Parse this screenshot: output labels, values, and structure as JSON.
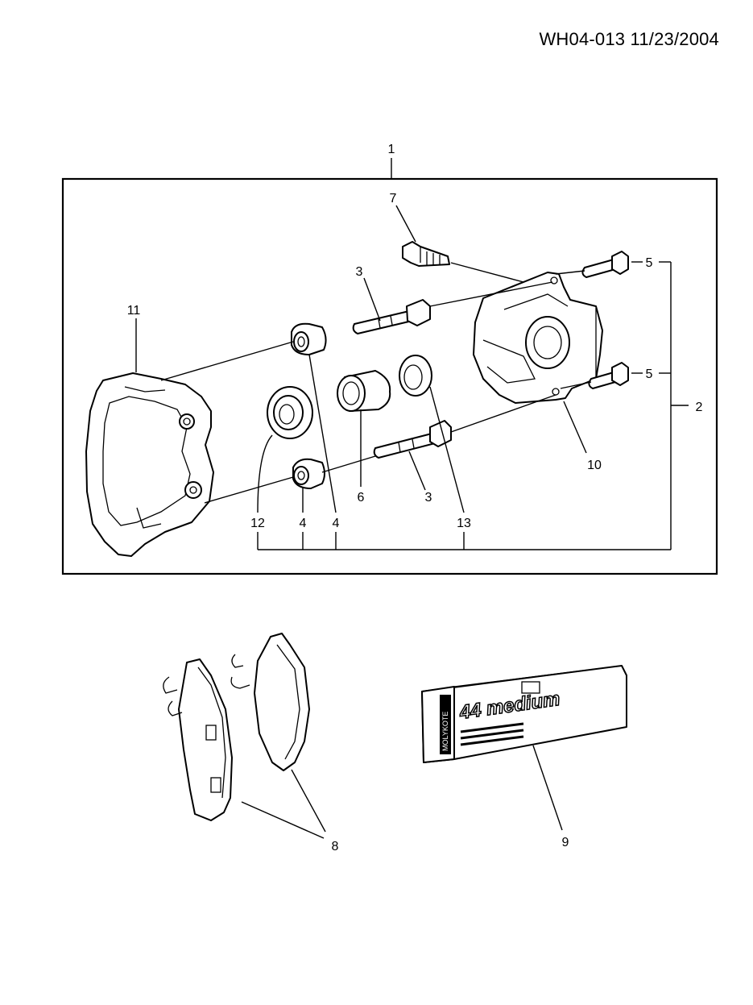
{
  "header": {
    "code": "WH04-013 11/23/2004"
  },
  "callouts": {
    "c1": "1",
    "c2": "2",
    "c3a": "3",
    "c3b": "3",
    "c4a": "4",
    "c4b": "4",
    "c5a": "5",
    "c5b": "5",
    "c6": "6",
    "c7": "7",
    "c8": "8",
    "c9": "9",
    "c10": "10",
    "c11": "11",
    "c12": "12",
    "c13": "13"
  },
  "grease_box": {
    "brand": "MOLYKOTE",
    "product": "44 medium"
  }
}
